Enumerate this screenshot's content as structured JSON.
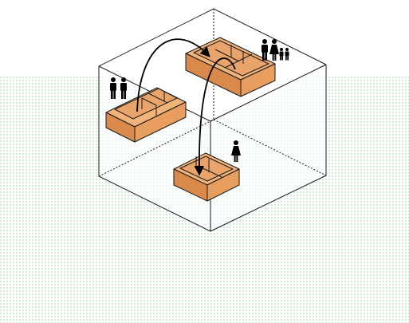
{
  "colors": {
    "unit_fill": "#f0b37a",
    "unit_side": "#d9894a",
    "outline": "#1a1a1a",
    "ground_dots": "#7bd08f",
    "person": "#000000"
  },
  "units": [
    {
      "id": "unit-couple",
      "occupants": [
        "adult-man",
        "adult-man"
      ]
    },
    {
      "id": "unit-family",
      "occupants": [
        "adult-man",
        "adult-woman",
        "child",
        "child"
      ]
    },
    {
      "id": "unit-single",
      "occupants": [
        "adult-woman"
      ]
    }
  ],
  "icons": [
    "man-icon",
    "woman-icon",
    "child-icon",
    "arrow-icon"
  ]
}
